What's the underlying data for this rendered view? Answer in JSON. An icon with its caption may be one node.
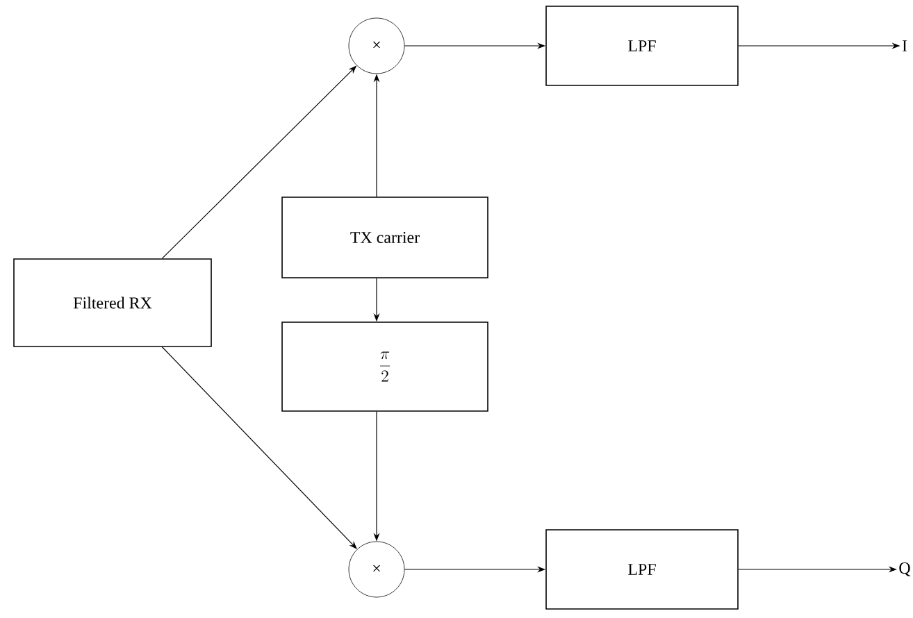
{
  "diagram": {
    "nodes": [
      {
        "text": [
          "Filtered RX"
        ]
      },
      {
        "text": [
          "×"
        ]
      },
      {
        "text": [
          "LPF"
        ]
      },
      {
        "text": [
          "I"
        ]
      },
      {
        "text": [
          "TX carrier"
        ]
      },
      {
        "text": [
          "\\frac{\\pi}{2}"
        ]
      },
      {
        "text": [
          "×"
        ]
      },
      {
        "text": [
          "LPF"
        ]
      },
      {
        "text": [
          "Q"
        ]
      }
    ],
    "edges": [
      {
        "from": 0,
        "to": 1,
        "arrow": "to"
      },
      {
        "from": 0,
        "to": 6,
        "arrow": "to"
      },
      {
        "from": 4,
        "to": 1,
        "arrow": "to"
      },
      {
        "from": 4,
        "to": 5,
        "arrow": "to"
      },
      {
        "from": 5,
        "to": 6,
        "arrow": "to"
      },
      {
        "from": 1,
        "to": 2,
        "arrow": "to"
      },
      {
        "from": 2,
        "to": 3,
        "arrow": "to"
      },
      {
        "from": 6,
        "to": 7,
        "arrow": "to"
      },
      {
        "from": 7,
        "to": 8,
        "arrow": "to"
      }
    ]
  }
}
